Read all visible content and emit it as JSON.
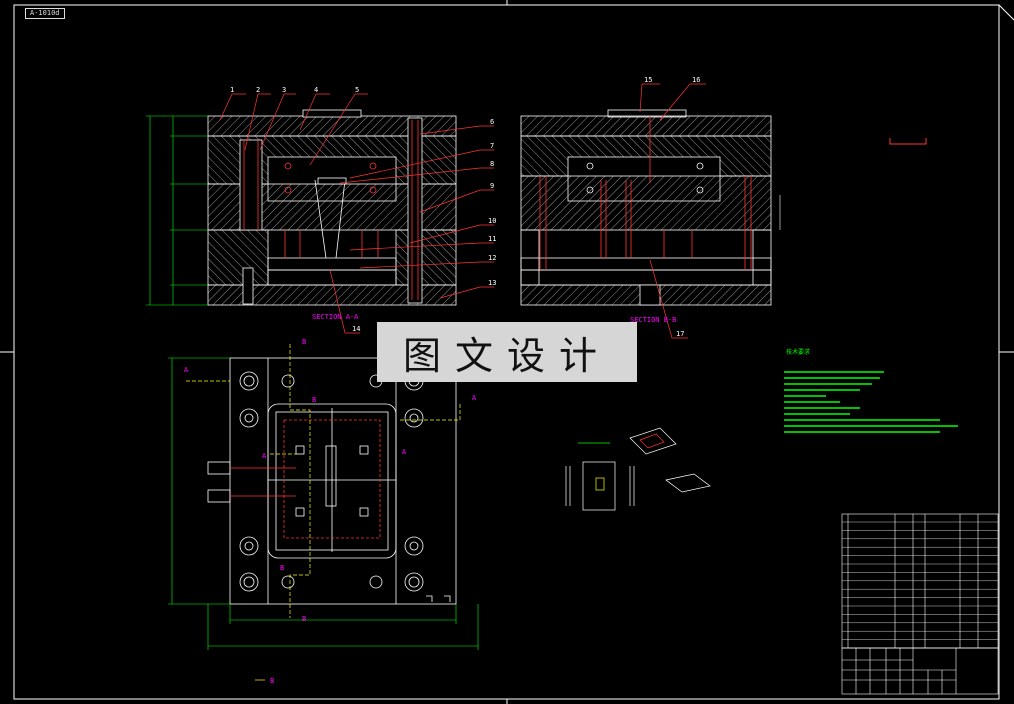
{
  "drawing_tag": "A-1010d",
  "watermark": "图文设计",
  "section_labels": {
    "aa": "SECTION A-A",
    "bb": "SECTION B-B"
  },
  "part_numbers_left": [
    "1",
    "2",
    "3",
    "4",
    "5",
    "6",
    "7",
    "8",
    "9",
    "10",
    "11",
    "12",
    "13",
    "14"
  ],
  "part_numbers_right": [
    "15",
    "16",
    "17"
  ],
  "plan_markers": {
    "a": "A",
    "b": "B"
  },
  "notes_heading": "技术要求",
  "colors": {
    "outline": "#ffffff",
    "part": "#ff3333",
    "label": "#ff00ff",
    "dim": "#00ff00",
    "leader": "#ff3333",
    "hatch": "#e0e0e0",
    "yellow": "#ffff00",
    "cyan": "#00ffff"
  }
}
